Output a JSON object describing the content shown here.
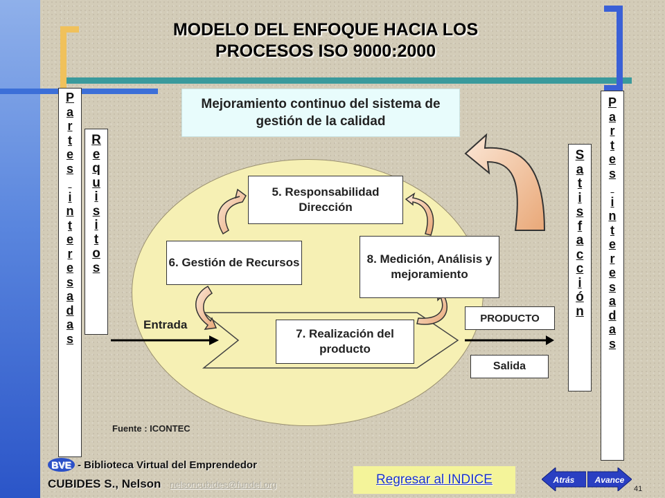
{
  "title": {
    "line1": "MODELO DEL ENFOQUE HACIA LOS",
    "line2": "PROCESOS ISO 9000:2000"
  },
  "diagram": {
    "mejora": "Mejoramiento continuo del sistema de gestión de la calidad",
    "partes_left": "Partes interesadas",
    "requisitos": "Requisitos",
    "satisfaccion": "Satisfacción",
    "partes_right": "Partes interesadas",
    "responsabilidad": "5. Responsabilidad Dirección",
    "gestion": "6. Gestión de Recursos",
    "medicion": "8. Medición, Análisis y mejoramiento",
    "realizacion": "7. Realización del producto",
    "producto": "PRODUCTO",
    "salida": "Salida",
    "entrada": "Entrada"
  },
  "fuente": "Fuente : ICONTEC",
  "footer": {
    "bve": "BVE",
    "library": "- Biblioteca Virtual del Emprendedor",
    "author": "CUBIDES S., Nelson",
    "email": "nelsoncubides@fundel.org"
  },
  "nav": {
    "regresar": "Regresar al INDICE",
    "atras": "Atrás",
    "avance": "Avance"
  },
  "page_number": "41",
  "colors": {
    "background": "#d3ccb8",
    "ellipse": "#f6f0b4",
    "improvement_box": "#e8fcfc",
    "nav_button": "#2a3fc2",
    "link": "#1c35c8"
  }
}
